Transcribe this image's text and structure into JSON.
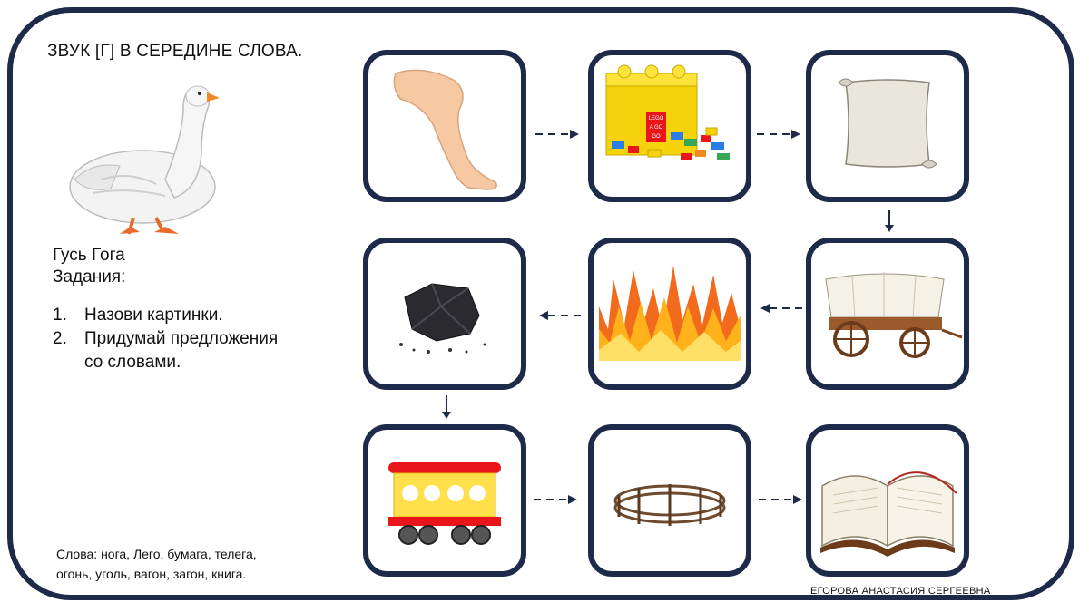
{
  "title": "ЗВУК [Г] В СЕРЕДИНЕ СЛОВА.",
  "hero_name": "Гусь Гога",
  "tasks_heading": "Задания:",
  "tasks": [
    {
      "num": "1.",
      "text": "Назови картинки."
    },
    {
      "num": "2.",
      "text": "Придумай предложения со словами."
    }
  ],
  "words_line1": "Слова: нога, Лего, бумага, телега,",
  "words_line2": "огонь, уголь, вагон, загон, книга.",
  "author": "ЕГОРОВА АНАСТАСИЯ СЕРГЕЕВНА",
  "lego_text": [
    "LEGO",
    "A GO",
    "GO"
  ],
  "colors": {
    "frame": "#1e2a4a",
    "arrow": "#1e2a4a"
  },
  "cards": [
    {
      "icon": "leg-icon"
    },
    {
      "icon": "lego-box-icon"
    },
    {
      "icon": "paper-scroll-icon"
    },
    {
      "icon": "cart-icon"
    },
    {
      "icon": "fire-icon"
    },
    {
      "icon": "coal-icon"
    },
    {
      "icon": "wagon-icon"
    },
    {
      "icon": "fence-pen-icon"
    },
    {
      "icon": "book-icon"
    }
  ]
}
